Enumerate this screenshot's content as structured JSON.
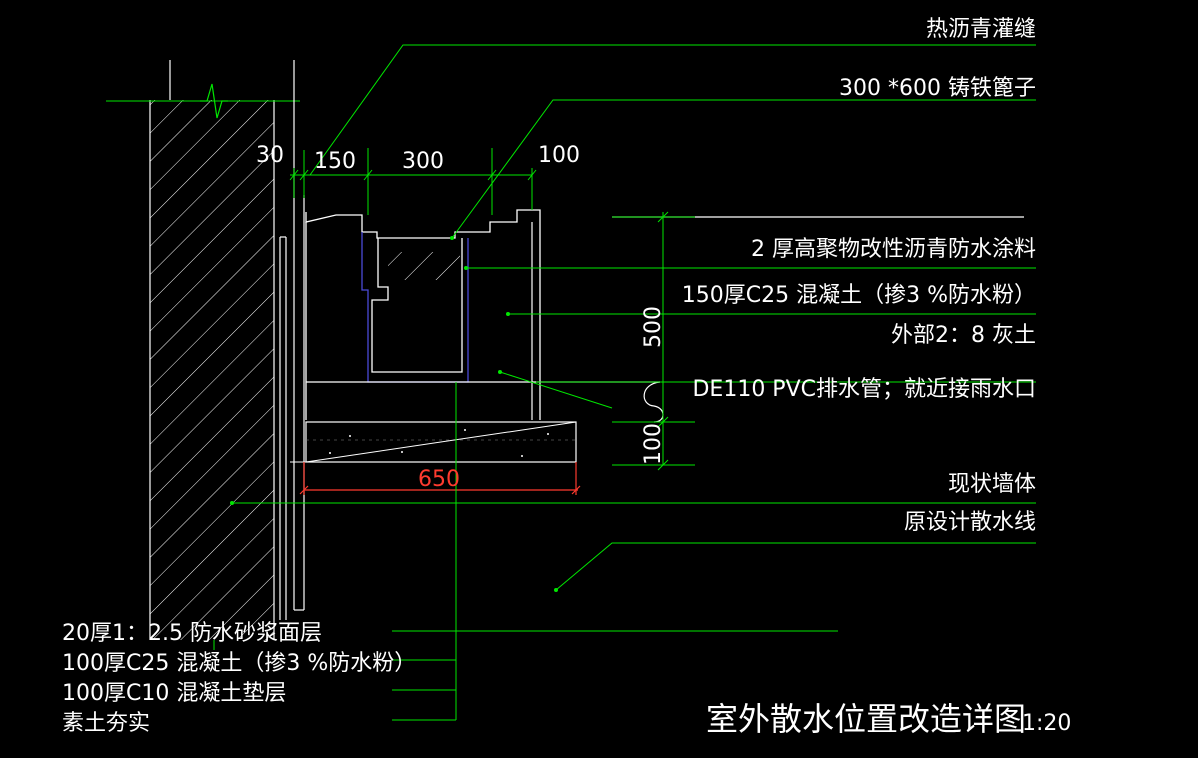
{
  "colors": {
    "background": "#000000",
    "leader": "#00e600",
    "outline": "#ffffff",
    "drainage_lining": "#4b4bd6",
    "dimension_red": "#ff3b2f"
  },
  "callouts_right": [
    "热沥青灌缝",
    "300 *600 铸铁篦子",
    "2 厚高聚物改性沥青防水涂料",
    "150厚C25 混凝土（掺3 %防水粉）",
    "外部2：8 灰土",
    "DE110 PVC排水管；就近接雨水口",
    "现状墙体",
    "原设计散水线"
  ],
  "callouts_left": [
    "20厚1：2.5 防水砂浆面层",
    "100厚C25 混凝土（掺3 %防水粉）",
    "100厚C10 混凝土垫层",
    "素土夯实"
  ],
  "dimensions": {
    "d30": "30",
    "d150": "150",
    "d300": "300",
    "d100_top": "100",
    "d500": "500",
    "d100_side": "100",
    "d650": "650"
  },
  "title": "室外散水位置改造详图",
  "scale": "1:20"
}
